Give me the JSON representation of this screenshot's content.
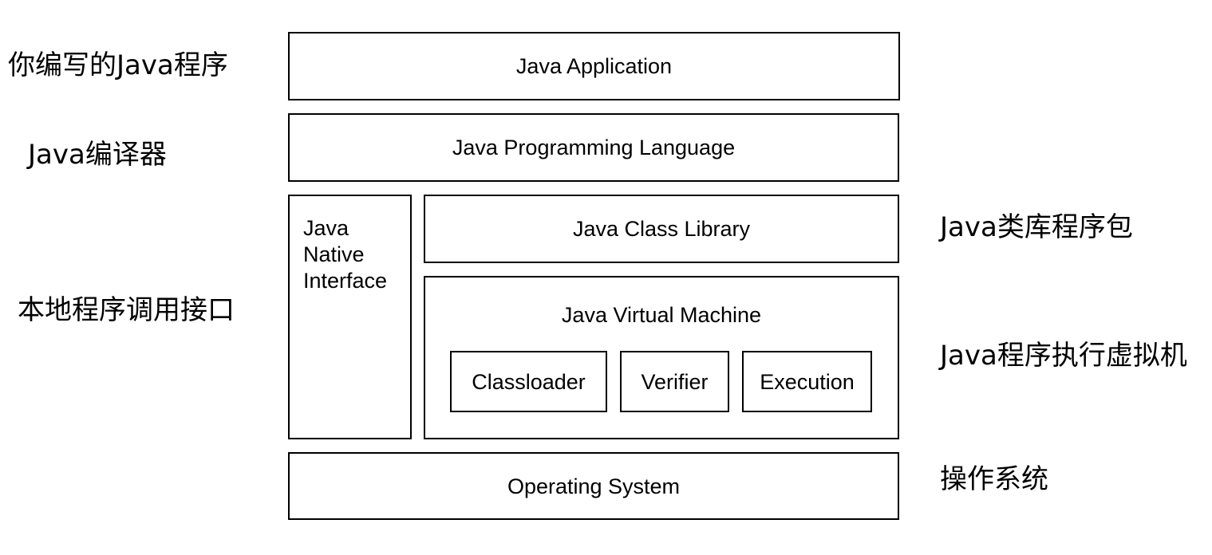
{
  "layers": {
    "java_application": "Java Application",
    "java_programming_language": "Java Programming Language",
    "java_native_interface": [
      "Java",
      "Native",
      "Interface"
    ],
    "java_class_library": "Java Class Library",
    "java_virtual_machine": "Java Virtual Machine",
    "jvm_components": [
      "Classloader",
      "Verifier",
      "Execution"
    ],
    "operating_system": "Operating System"
  },
  "annotations": {
    "left": [
      "你编写的Java程序",
      "Java编译器",
      "本地程序调用接口"
    ],
    "right": [
      "Java类库程序包",
      "Java程序执行虚拟机",
      "操作系统"
    ]
  }
}
